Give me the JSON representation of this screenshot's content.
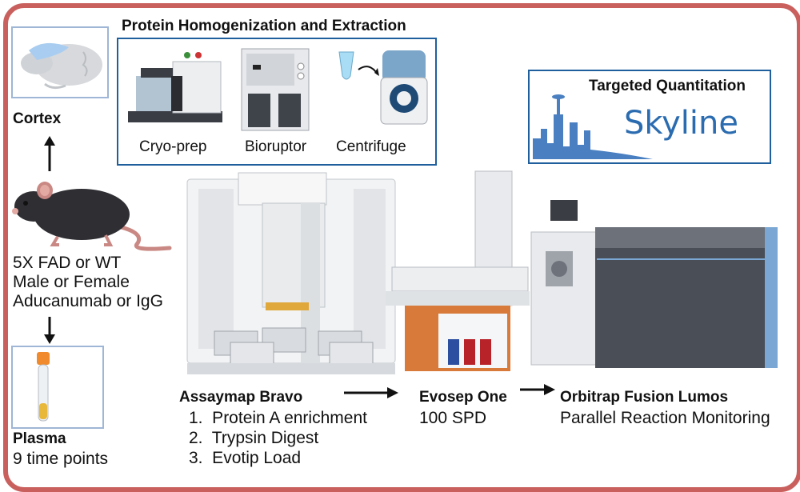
{
  "homogenization": {
    "title": "Protein Homogenization and Extraction",
    "items": [
      "Cryo-prep",
      "Bioruptor",
      "Centrifuge"
    ]
  },
  "cortex": {
    "label": "Cortex"
  },
  "mouse": {
    "conditions": [
      "5X FAD or WT",
      "Male or Female",
      "Aducanumab or IgG"
    ]
  },
  "plasma": {
    "label": "Plasma",
    "sub": "9 time points"
  },
  "skyline": {
    "title": "Targeted Quantitation",
    "logo_text": "Skyline"
  },
  "bravo": {
    "title": "Assaymap Bravo",
    "steps": [
      "1.  Protein A enrichment",
      "2.  Trypsin Digest",
      "3.  Evotip Load"
    ]
  },
  "evosep": {
    "title": "Evosep One",
    "sub": "100 SPD"
  },
  "orbitrap": {
    "title": "Orbitrap Fusion Lumos",
    "sub": "Parallel Reaction Monitoring"
  },
  "colors": {
    "frame": "#c9605e",
    "box_border": "#1f5f9e",
    "skyline_blue": "#2b6cb0"
  }
}
